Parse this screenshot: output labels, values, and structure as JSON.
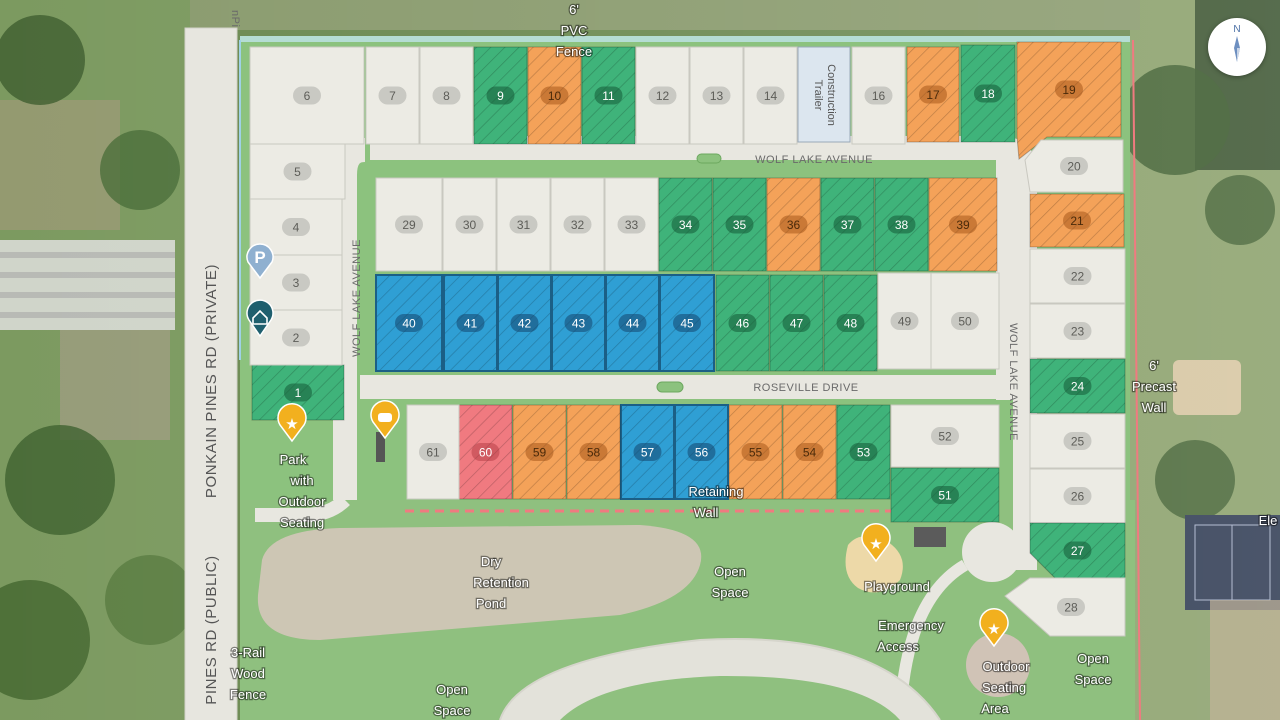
{
  "lots": [
    {
      "n": "1",
      "s": "green"
    },
    {
      "n": "2",
      "s": "available"
    },
    {
      "n": "3",
      "s": "available"
    },
    {
      "n": "4",
      "s": "available"
    },
    {
      "n": "5",
      "s": "available"
    },
    {
      "n": "6",
      "s": "available"
    },
    {
      "n": "7",
      "s": "available"
    },
    {
      "n": "8",
      "s": "available"
    },
    {
      "n": "9",
      "s": "green"
    },
    {
      "n": "10",
      "s": "orange"
    },
    {
      "n": "11",
      "s": "green"
    },
    {
      "n": "12",
      "s": "available"
    },
    {
      "n": "13",
      "s": "available"
    },
    {
      "n": "14",
      "s": "available"
    },
    {
      "n": "16",
      "s": "available"
    },
    {
      "n": "17",
      "s": "orange"
    },
    {
      "n": "18",
      "s": "green"
    },
    {
      "n": "19",
      "s": "orange"
    },
    {
      "n": "20",
      "s": "available"
    },
    {
      "n": "21",
      "s": "orange"
    },
    {
      "n": "22",
      "s": "available"
    },
    {
      "n": "23",
      "s": "available"
    },
    {
      "n": "24",
      "s": "green"
    },
    {
      "n": "25",
      "s": "available"
    },
    {
      "n": "26",
      "s": "available"
    },
    {
      "n": "27",
      "s": "green"
    },
    {
      "n": "28",
      "s": "available"
    },
    {
      "n": "29",
      "s": "available"
    },
    {
      "n": "30",
      "s": "available"
    },
    {
      "n": "31",
      "s": "available"
    },
    {
      "n": "32",
      "s": "available"
    },
    {
      "n": "33",
      "s": "available"
    },
    {
      "n": "34",
      "s": "green"
    },
    {
      "n": "35",
      "s": "green"
    },
    {
      "n": "36",
      "s": "orange"
    },
    {
      "n": "37",
      "s": "green"
    },
    {
      "n": "38",
      "s": "green"
    },
    {
      "n": "39",
      "s": "orange"
    },
    {
      "n": "40",
      "s": "blue"
    },
    {
      "n": "41",
      "s": "blue"
    },
    {
      "n": "42",
      "s": "blue"
    },
    {
      "n": "43",
      "s": "blue"
    },
    {
      "n": "44",
      "s": "blue"
    },
    {
      "n": "45",
      "s": "blue"
    },
    {
      "n": "46",
      "s": "green"
    },
    {
      "n": "47",
      "s": "green"
    },
    {
      "n": "48",
      "s": "green"
    },
    {
      "n": "49",
      "s": "available"
    },
    {
      "n": "50",
      "s": "available"
    },
    {
      "n": "51",
      "s": "green"
    },
    {
      "n": "52",
      "s": "available"
    },
    {
      "n": "53",
      "s": "green"
    },
    {
      "n": "54",
      "s": "orange"
    },
    {
      "n": "55",
      "s": "orange"
    },
    {
      "n": "56",
      "s": "blue"
    },
    {
      "n": "57",
      "s": "blue"
    },
    {
      "n": "58",
      "s": "orange"
    },
    {
      "n": "59",
      "s": "orange"
    },
    {
      "n": "60",
      "s": "red"
    },
    {
      "n": "61",
      "s": "available"
    }
  ],
  "status_colors": {
    "available": "#ecebe4",
    "green": "#3fb37a",
    "orange": "#f4a259",
    "blue": "#2f9fd4",
    "red": "#f07a80",
    "trailer": "#dce6ef"
  },
  "construction_trailer": "Construction Trailer",
  "streets": {
    "wolf_lake_top": "WOLF LAKE AVENUE",
    "wolf_lake_left": "WOLF LAKE AVENUE",
    "wolf_lake_right": "WOLF LAKE AVENUE",
    "roseville": "ROSEVILLE DRIVE",
    "ponkain_private": "PONKAIN PINES RD (PRIVATE)",
    "ponkain_public": "PINES RD (PUBLIC)",
    "top_cut": "nPi"
  },
  "labels": {
    "pvc_fence": [
      "6'",
      "PVC",
      "Fence"
    ],
    "precast_wall": [
      "6'",
      "Precast",
      "Wall"
    ],
    "park": [
      "Park",
      "with",
      "Outdoor",
      "Seating"
    ],
    "retention_pond": [
      "Dry",
      "Retention",
      "Pond"
    ],
    "open_space_center": [
      "Open",
      "Space"
    ],
    "retaining_wall": [
      "Retaining",
      "Wall"
    ],
    "playground": [
      "Playground"
    ],
    "emergency_access": [
      "Emergency",
      "Access"
    ],
    "outdoor_seating_area": [
      "Outdoor",
      "Seating",
      "Area"
    ],
    "open_space_right": [
      "Open",
      "Space"
    ],
    "open_space_bottom": [
      "Open",
      "Space"
    ],
    "rail_fence": [
      "3-Rail",
      "Wood",
      "Fence"
    ],
    "ele_cut": "Ele"
  },
  "icons": {
    "parking": "P",
    "compass": "N",
    "colors": {
      "parking": "#8fb0d0",
      "amenity": "#f2b01e",
      "home": "#1f5f6e"
    }
  }
}
